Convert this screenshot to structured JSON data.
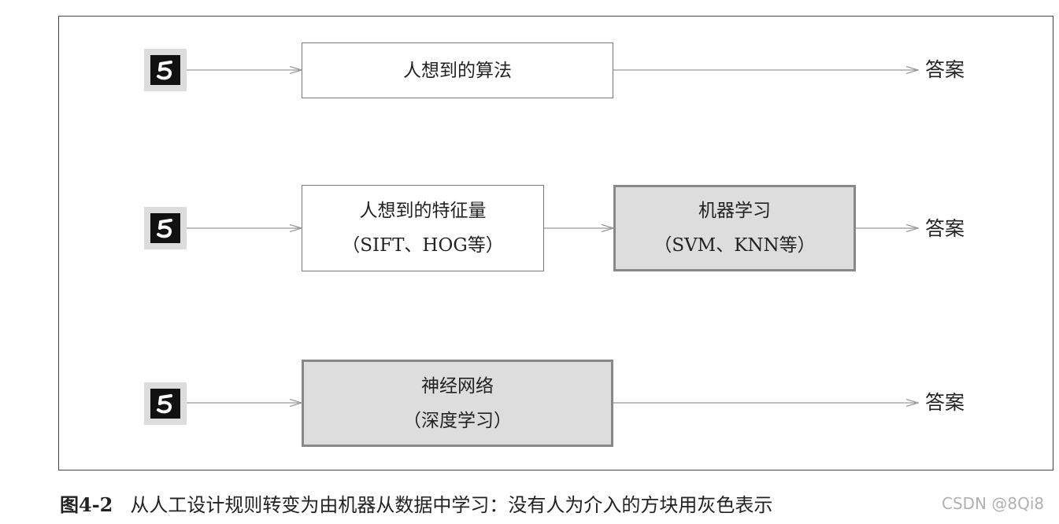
{
  "rows": [
    {
      "input_icon": "mnist-digit-5-icon",
      "boxes": [
        {
          "lines": [
            "人想到的算法"
          ],
          "style": "white"
        }
      ],
      "answer": "答案"
    },
    {
      "input_icon": "mnist-digit-5-icon",
      "boxes": [
        {
          "lines": [
            "人想到的特征量",
            "（SIFT、HOG等）"
          ],
          "style": "white"
        },
        {
          "lines": [
            "机器学习",
            "（SVM、KNN等）"
          ],
          "style": "gray"
        }
      ],
      "answer": "答案"
    },
    {
      "input_icon": "mnist-digit-5-icon",
      "boxes": [
        {
          "lines": [
            "神经网络",
            "（深度学习）"
          ],
          "style": "gray"
        }
      ],
      "answer": "答案"
    }
  ],
  "caption": {
    "number": "图4-2",
    "text": "从人工设计规则转变为由机器从数据中学习：没有人为介入的方块用灰色表示"
  },
  "watermark": "CSDN @8Qi8",
  "colors": {
    "line": "#999999",
    "gray_box_fill": "#dddddd",
    "gray_box_border": "#888888",
    "frame": "#444444"
  }
}
